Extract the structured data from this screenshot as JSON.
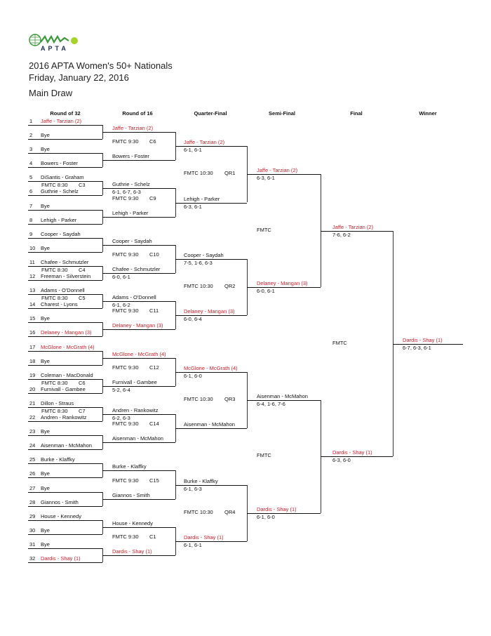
{
  "logo": {
    "text": "APTA",
    "colors": {
      "green": "#3a9a3a",
      "ball": "#a6d22a",
      "navy": "#1c2a5a"
    }
  },
  "header": {
    "title": "2016 APTA Women's 50+ Nationals",
    "date": "Friday, January 22, 2016",
    "draw": "Main Draw"
  },
  "columns": [
    "Round of 32",
    "Round of 16",
    "Quarter-Final",
    "Semi-Final",
    "Final",
    "Winner"
  ],
  "accent_color": "#d0202a",
  "rounds": [
    {
      "entries": [
        {
          "no": "1",
          "team": "Jaffe - Tarzian (2)",
          "seeded": true
        },
        {
          "no": "2",
          "team": "Bye"
        },
        {
          "no": "3",
          "team": "Bye"
        },
        {
          "no": "4",
          "team": "Bowers - Foster"
        },
        {
          "no": "5",
          "team": "DiSantis - Graham"
        },
        {
          "no": "6",
          "team": "Guthrie - Schelz"
        },
        {
          "no": "7",
          "team": "Bye"
        },
        {
          "no": "8",
          "team": "Lehigh - Parker"
        },
        {
          "no": "9",
          "team": "Cooper - Saydah"
        },
        {
          "no": "10",
          "team": "Bye"
        },
        {
          "no": "11",
          "team": "Chafee - Schmutzler"
        },
        {
          "no": "12",
          "team": "Freeman - Silverstein"
        },
        {
          "no": "13",
          "team": "Adams - O'Donnell"
        },
        {
          "no": "14",
          "team": "Charest - Lyons"
        },
        {
          "no": "15",
          "team": "Bye"
        },
        {
          "no": "16",
          "team": "Delaney - Mangan (3)",
          "seeded": true
        },
        {
          "no": "17",
          "team": "McGlone - McGrath (4)",
          "seeded": true
        },
        {
          "no": "18",
          "team": "Bye"
        },
        {
          "no": "19",
          "team": "Coleman - MacDonald"
        },
        {
          "no": "20",
          "team": "Furnivall - Gambee"
        },
        {
          "no": "21",
          "team": "Dillon - Straus"
        },
        {
          "no": "22",
          "team": "Andren - Rankowitz"
        },
        {
          "no": "23",
          "team": "Bye"
        },
        {
          "no": "24",
          "team": "Aisenman - McMahon"
        },
        {
          "no": "25",
          "team": "Burke - Klaffky"
        },
        {
          "no": "26",
          "team": "Bye"
        },
        {
          "no": "27",
          "team": "Bye"
        },
        {
          "no": "28",
          "team": "Giannos - Smith"
        },
        {
          "no": "29",
          "team": "House - Kennedy"
        },
        {
          "no": "30",
          "team": "Bye"
        },
        {
          "no": "31",
          "team": "Bye"
        },
        {
          "no": "32",
          "team": "Dardis - Shay (1)",
          "seeded": true
        }
      ],
      "matches": [
        null,
        null,
        {
          "site": "FMTC 8:30",
          "court": "C3"
        },
        null,
        null,
        {
          "site": "FMTC 8:30",
          "court": "C4"
        },
        {
          "site": "FMTC 8:30",
          "court": "C5"
        },
        null,
        null,
        {
          "site": "FMTC 8:30",
          "court": "C6"
        },
        {
          "site": "FMTC 8:30",
          "court": "C7"
        },
        null,
        null,
        null,
        null,
        null
      ]
    },
    {
      "entries": [
        {
          "team": "Jaffe - Tarzian (2)",
          "seeded": true
        },
        {
          "team": "Bowers - Foster"
        },
        {
          "team": "Guthrie - Schelz",
          "score": "6-1, 6-7, 6-3"
        },
        {
          "team": "Lehigh - Parker"
        },
        {
          "team": "Cooper - Saydah"
        },
        {
          "team": "Chafee - Schmutzler",
          "score": "6-0, 6-1"
        },
        {
          "team": "Adams - O'Donnell",
          "score": "6-1, 6-2"
        },
        {
          "team": "Delaney - Mangan (3)",
          "seeded": true
        },
        {
          "team": "McGlone - McGrath (4)",
          "seeded": true
        },
        {
          "team": "Furnivall - Gambee",
          "score": "5-2, 6-4"
        },
        {
          "team": "Andren - Rankowitz",
          "score": "6-2, 6-3"
        },
        {
          "team": "Aisenman - McMahon"
        },
        {
          "team": "Burke - Klaffky"
        },
        {
          "team": "Giannos - Smith"
        },
        {
          "team": "House - Kennedy"
        },
        {
          "team": "Dardis - Shay (1)",
          "seeded": true
        }
      ],
      "matches": [
        {
          "site": "FMTC 9:30",
          "court": "C6"
        },
        {
          "site": "FMTC 9:30",
          "court": "C9"
        },
        {
          "site": "FMTC 9:30",
          "court": "C10"
        },
        {
          "site": "FMTC 9:30",
          "court": "C11"
        },
        {
          "site": "FMTC 9:30",
          "court": "C12"
        },
        {
          "site": "FMTC 9:30",
          "court": "C14"
        },
        {
          "site": "FMTC 9:30",
          "court": "C15"
        },
        {
          "site": "FMTC 9:30",
          "court": "C1"
        }
      ]
    },
    {
      "entries": [
        {
          "team": "Jaffe - Tarzian (2)",
          "score": "6-1, 6-1",
          "seeded": true
        },
        {
          "team": "Lehigh - Parker",
          "score": "6-3, 6-1"
        },
        {
          "team": "Cooper - Saydah",
          "score": "7-5, 1-6, 6-3"
        },
        {
          "team": "Delaney - Mangan (3)",
          "score": "6-0, 6-4",
          "seeded": true
        },
        {
          "team": "McGlone - McGrath (4)",
          "score": "6-1, 6-0",
          "seeded": true
        },
        {
          "team": "Aisenman - McMahon"
        },
        {
          "team": "Burke - Klaffky",
          "score": "6-1, 6-3"
        },
        {
          "team": "Dardis - Shay (1)",
          "score": "6-1, 6-1",
          "seeded": true
        }
      ],
      "matches": [
        {
          "site": "FMTC 10:30",
          "court": "QR1"
        },
        {
          "site": "FMTC 10:30",
          "court": "QR2"
        },
        {
          "site": "FMTC 10:30",
          "court": "QR3"
        },
        {
          "site": "FMTC 10:30",
          "court": "QR4"
        }
      ]
    },
    {
      "entries": [
        {
          "team": "Jaffe - Tarzian (2)",
          "score": "6-3, 6-1",
          "seeded": true
        },
        {
          "team": "Delaney - Mangan (3)",
          "score": "6-0, 6-1",
          "seeded": true
        },
        {
          "team": "Aisenman - McMahon",
          "score": "6-4, 1-6, 7-6"
        },
        {
          "team": "Dardis - Shay (1)",
          "score": "6-1, 6-0",
          "seeded": true
        }
      ],
      "matches": [
        {
          "site": "FMTC"
        },
        {
          "site": "FMTC"
        }
      ]
    },
    {
      "entries": [
        {
          "team": "Jaffe - Tarzian (2)",
          "score": "7-6, 6-2",
          "seeded": true
        },
        {
          "team": "Dardis - Shay (1)",
          "score": "6-3, 6-0",
          "seeded": true
        }
      ],
      "matches": [
        {
          "site": "FMTC"
        }
      ]
    },
    {
      "entries": [
        {
          "team": "Dardis - Shay (1)",
          "score": "6-7, 6-3, 6-1",
          "seeded": true
        }
      ]
    }
  ]
}
